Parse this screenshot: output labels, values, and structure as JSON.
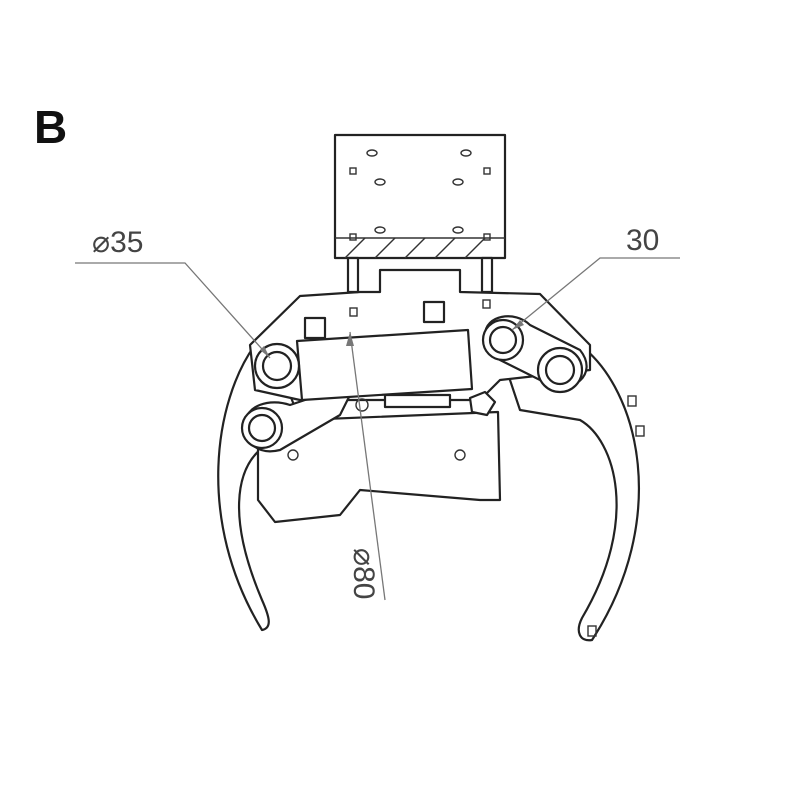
{
  "figure_label": "B",
  "dimensions": {
    "pin_diameter": {
      "symbol": "⌀",
      "value": "35"
    },
    "pin_right": {
      "value": "30"
    },
    "cylinder_diameter": {
      "symbol": "⌀",
      "value": "80"
    }
  },
  "colors": {
    "line": "#222222",
    "dimension": "#777777",
    "background": "#ffffff"
  }
}
